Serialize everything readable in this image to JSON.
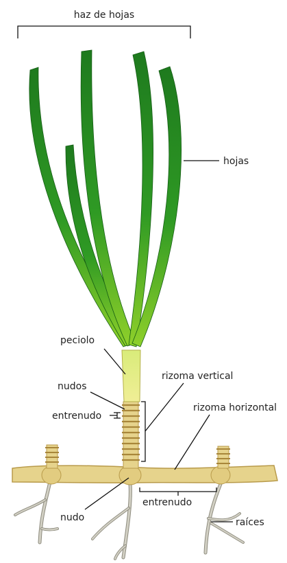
{
  "labels": {
    "leaf_bundle": "haz de hojas",
    "leaves": "hojas",
    "petiole": "peciolo",
    "nodes": "nudos",
    "vertical_rhizome": "rizoma vertical",
    "internode_vertical": "entrenudo",
    "horizontal_rhizome": "rizoma horizontal",
    "node": "nudo",
    "internode_horizontal": "entrenudo",
    "roots": "raíces"
  },
  "colors": {
    "leaf_dark": "#1e7a1e",
    "leaf_mid": "#2f9a24",
    "leaf_light": "#8fd02a",
    "petiole_yellow": "#f0ee96",
    "rhizome_tan": "#e6d38c",
    "rhizome_outline": "#b89a4a",
    "root_gray": "#d2d0c4",
    "root_outline": "#8d8b7e"
  }
}
